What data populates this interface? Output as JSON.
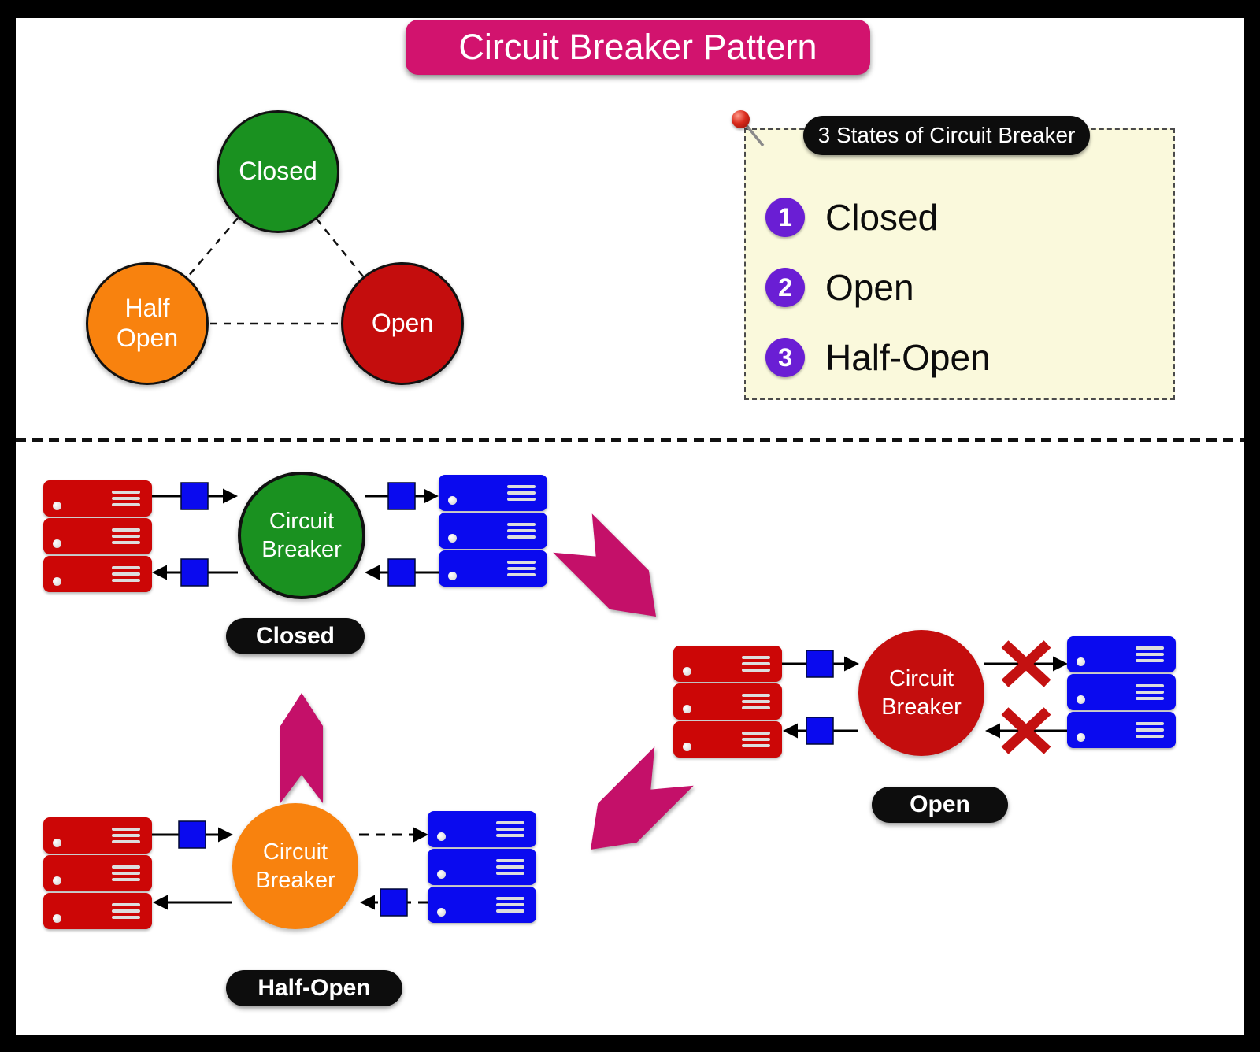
{
  "title": "Circuit Breaker Pattern",
  "colors": {
    "title_bg": "#D2136E",
    "transition_arrow": "#C41069",
    "state_closed_green": "#1A9120",
    "state_open_red": "#C40D0D",
    "state_half_open_orange": "#F8820E",
    "server_left_red": "#CC0606",
    "server_right_blue": "#0A0AEF",
    "packet_blue": "#0A0AEF",
    "note_bg": "#FAF9DC",
    "badge_purple": "#6A1ED4",
    "label_pill_black": "#0D0D0D",
    "fail_x_red": "#C41111"
  },
  "state_diagram": {
    "closed": {
      "label": "Closed"
    },
    "half_open": {
      "line1": "Half",
      "line2": "Open"
    },
    "open": {
      "label": "Open"
    }
  },
  "note": {
    "title": "3 States of Circuit Breaker",
    "items": [
      {
        "num": "1",
        "label": "Closed"
      },
      {
        "num": "2",
        "label": "Open"
      },
      {
        "num": "3",
        "label": "Half-Open"
      }
    ]
  },
  "breaker": {
    "line1": "Circuit",
    "line2": "Breaker"
  },
  "scenarios": {
    "closed": {
      "state_label": "Closed"
    },
    "open": {
      "state_label": "Open"
    },
    "half_open": {
      "state_label": "Half-Open"
    }
  }
}
